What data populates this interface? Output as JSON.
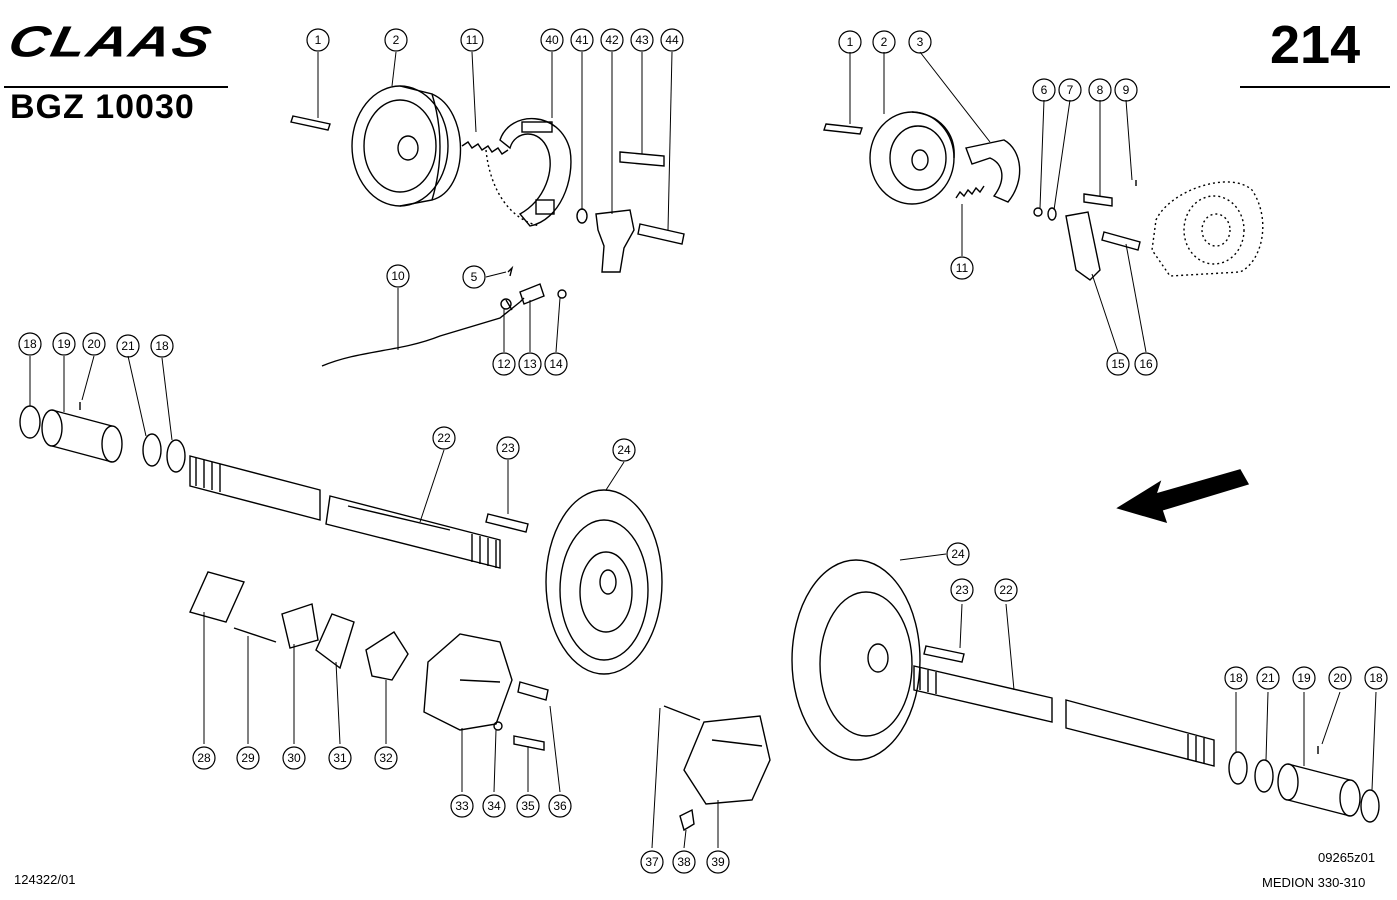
{
  "header": {
    "brand_logo": "CLAAS",
    "model_code": "BGZ 10030",
    "page_number": "214"
  },
  "footer": {
    "drawing_ref": "124322/01",
    "drawing_code": "09265z01",
    "machine_model": "MEDION 330-310"
  },
  "callouts": [
    "1",
    "2",
    "11",
    "40",
    "41",
    "42",
    "43",
    "44",
    "1",
    "2",
    "3",
    "11",
    "6",
    "7",
    "8",
    "9",
    "15",
    "16",
    "10",
    "5",
    "12",
    "13",
    "14",
    "18",
    "19",
    "20",
    "21",
    "18",
    "22",
    "23",
    "24",
    "28",
    "29",
    "30",
    "31",
    "32",
    "33",
    "34",
    "35",
    "36",
    "37",
    "38",
    "39",
    "24",
    "23",
    "22",
    "18",
    "21",
    "19",
    "20",
    "18"
  ],
  "direction_arrow": "arrow-left-down"
}
